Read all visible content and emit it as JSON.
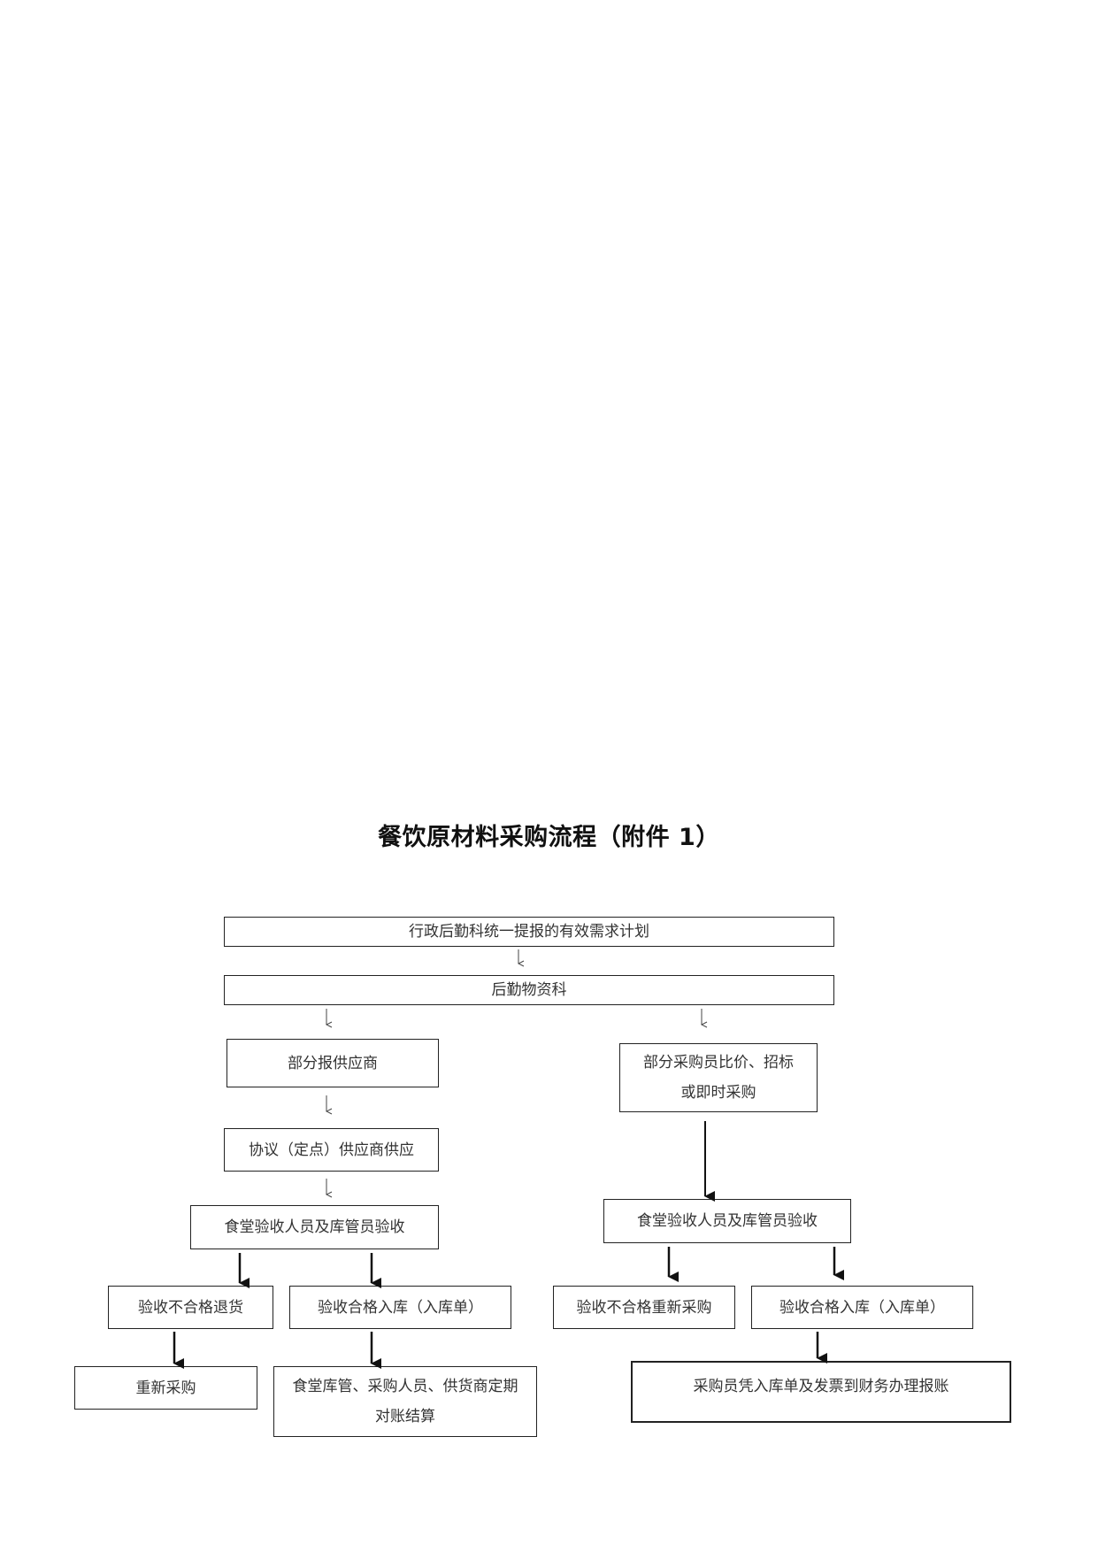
{
  "title": "餐饮原材料采购流程（附件 1）",
  "nodes": {
    "plan": "行政后勤科统一提报的有效需求计划",
    "logistics": "后勤物资科",
    "report_supplier": "部分报供应商",
    "buyer_compare": "部分采购员比价、招标或即时采购",
    "agreement_supplier": "协议（定点）供应商供应",
    "inspect_left": "食堂验收人员及库管员验收",
    "inspect_right": "食堂验收人员及库管员验收",
    "reject_return": "验收不合格退货",
    "pass_storage_left": "验收合格入库（入库单）",
    "reject_repurchase": "验收不合格重新采购",
    "pass_storage_right": "验收合格入库（入库单）",
    "repurchase": "重新采购",
    "settlement": "食堂库管、采购人员、供货商定期对账结算",
    "reimburse": "采购员凭入库单及发票到财务办理报账"
  },
  "colors": {
    "line": "#222222",
    "text": "#333333"
  }
}
